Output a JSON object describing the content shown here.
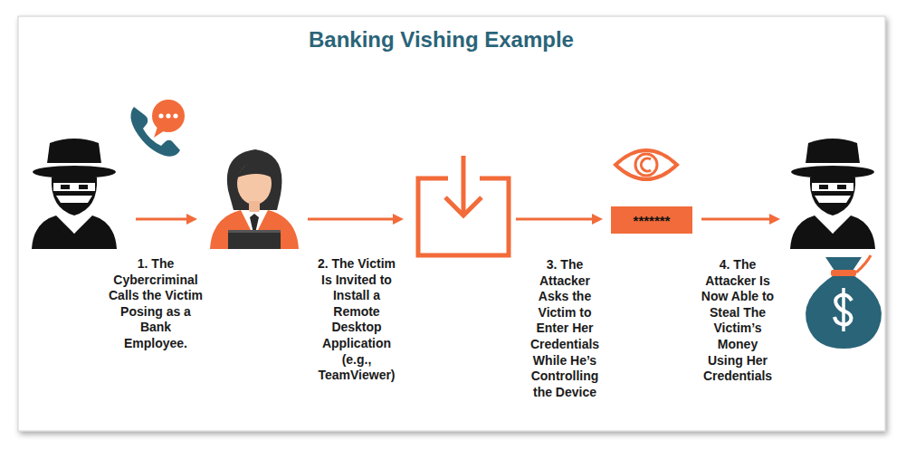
{
  "diagram": {
    "title": "Banking Vishing Example",
    "nodes": [
      {
        "text": [
          "*******"
        ]
      }
    ],
    "labels": [
      "1. The Cybercriminal Calls the Victim Posing as a Bank Employee.",
      "2. The Victim Is Invited to Install a Remote Desktop Application (e.g., TeamViewer)",
      "3. The Attacker Asks the Victim to Enter Her Credentials While He’s Controlling the Device",
      "4. The Attacker Is Now Able to Steal The Victim’s Money Using Her Credentials"
    ]
  }
}
